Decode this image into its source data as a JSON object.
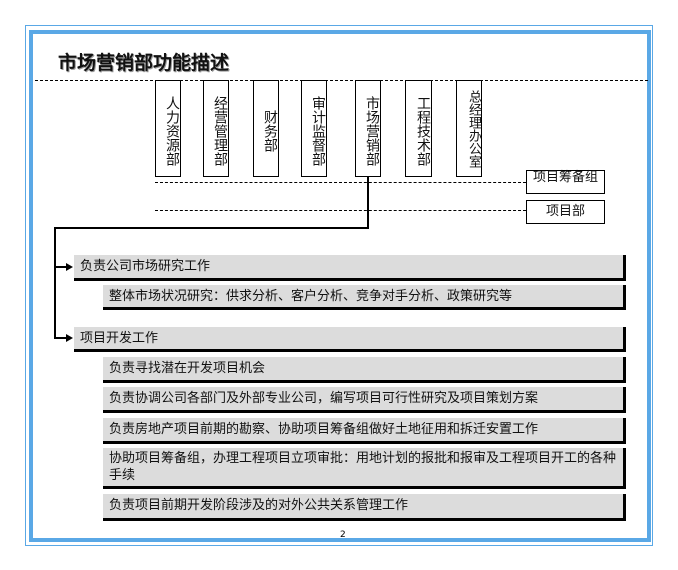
{
  "title": "市场营销部功能描述",
  "departments": [
    "人力资源部",
    "经营管理部",
    "财务部",
    "审计监督部",
    "市场营销部",
    "工程技术部",
    "总经理办公室"
  ],
  "side_units": [
    "项目筹备组",
    "项目部"
  ],
  "functions": [
    {
      "label": "负责公司市场研究工作",
      "items": [
        "整体市场状况研究：供求分析、客户分析、竞争对手分析、政策研究等"
      ]
    },
    {
      "label": "项目开发工作",
      "items": [
        "负责寻找潜在开发项目机会",
        "负责协调公司各部门及外部专业公司，编写项目可行性研究及项目策划方案",
        "负责房地产项目前期的勘察、协助项目筹备组做好土地征用和拆迁安置工作",
        "协助项目筹备组，办理工程项目立项审批：用地计划的报批和报审及工程项目开工的各种手续",
        "负责项目前期开发阶段涉及的对外公共关系管理工作"
      ]
    }
  ],
  "page_number": "2"
}
